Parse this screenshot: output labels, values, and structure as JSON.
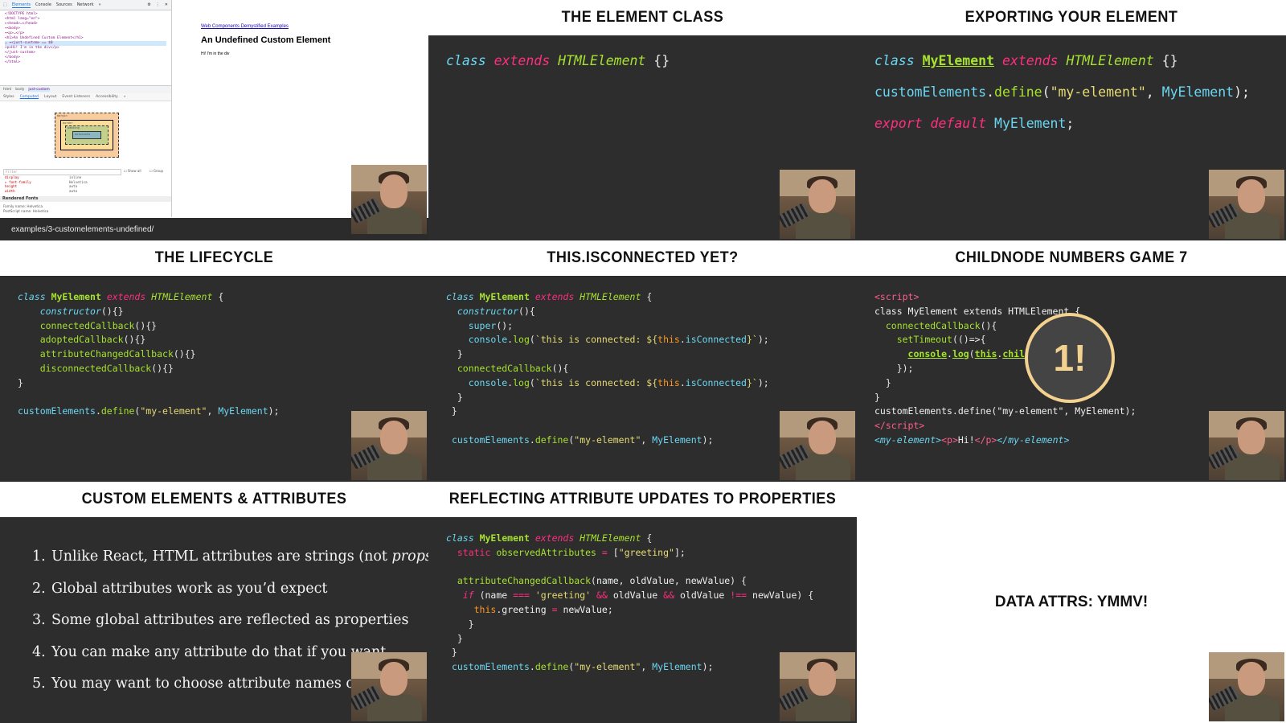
{
  "devtools": {
    "tabs": [
      "Elements",
      "Console",
      "Sources",
      "Network"
    ],
    "more": "»",
    "tree_lines": [
      "<!DOCTYPE html>",
      "<html lang=\"en\">",
      " ▸<head>…</head>",
      " ▾<body>",
      "   ▾<p>…</p>",
      "    <h1>An Undefined Custom Element</h1>",
      " … ▾<just-custom> == $0",
      "      <p>Hi! I'm in the div</p>",
      "    </just-custom>",
      "  </body>",
      "</html>"
    ],
    "crumbs": [
      "html",
      "body",
      "just-custom"
    ],
    "subtabs": [
      "Styles",
      "Computed",
      "Layout",
      "Event Listeners",
      "Accessibility",
      "»"
    ],
    "box_labels": {
      "margin": "margin",
      "border": "border",
      "padding": "padding",
      "content": "auto×auto"
    },
    "filter_placeholder": "Filter",
    "show_all": "Show all",
    "group": "Group",
    "props": [
      {
        "k": "display",
        "v": "inline"
      },
      {
        "k": "▸ font-family",
        "v": "Helvetica"
      },
      {
        "k": "height",
        "v": "auto"
      },
      {
        "k": "width",
        "v": "auto"
      }
    ],
    "rendered_fonts_heading": "Rendered Fonts",
    "rendered_fonts": [
      "Family name: Helvetica",
      "PostScript name: Helvetica"
    ]
  },
  "preview": {
    "link": "Web Components Demystified Examples",
    "heading": "An Undefined Custom Element",
    "paragraph": "Hi! I'm in the div"
  },
  "url": "examples/3-customelements-undefined/",
  "slides": {
    "s2_title": "The Element Class",
    "s3_title": "Exporting your element",
    "s4_title": "The lifecycle",
    "s5_title": "this.isConnected yet?",
    "s6_title": "childNode Numbers Game 7",
    "s7_title": "Custom Elements & attributes",
    "s8_title": "Reflecting attribute updates to properties",
    "s9_title": "Data attrs: YMMV!"
  },
  "badge": "1!",
  "attributes_list": [
    {
      "n": "1.",
      "pre": "Unlike React, HTML attributes are strings (not ",
      "em": "props",
      "post": "!)"
    },
    {
      "n": "2.",
      "pre": "Global attributes work as you’d expect",
      "em": "",
      "post": ""
    },
    {
      "n": "3.",
      "pre": "Some global attributes are reflected as properties",
      "em": "",
      "post": ""
    },
    {
      "n": "4.",
      "pre": "You can make any attribute do that if you want",
      "em": "",
      "post": ""
    },
    {
      "n": "5.",
      "pre": "You may want to choose attribute names carefully",
      "em": "",
      "post": ""
    }
  ]
}
